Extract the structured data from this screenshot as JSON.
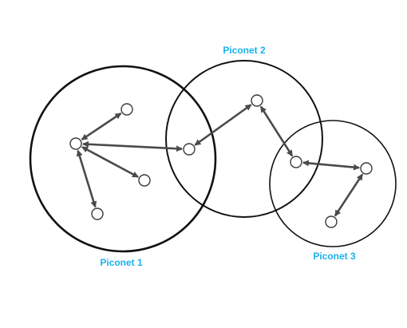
{
  "piconets": [
    {
      "id": "p1",
      "label": "Piconet 1"
    },
    {
      "id": "p2",
      "label": "Piconet 2"
    },
    {
      "id": "p3",
      "label": "Piconet 3"
    }
  ],
  "nodes": [
    {
      "id": "m1"
    },
    {
      "id": "s1a"
    },
    {
      "id": "s1b"
    },
    {
      "id": "s1c"
    },
    {
      "id": "bridge12"
    },
    {
      "id": "m2"
    },
    {
      "id": "bridge23"
    },
    {
      "id": "m3"
    },
    {
      "id": "s3a"
    }
  ],
  "links": [
    {
      "from": "m1",
      "to": "s1a"
    },
    {
      "from": "m1",
      "to": "bridge12"
    },
    {
      "from": "m1",
      "to": "s1b"
    },
    {
      "from": "m1",
      "to": "s1c"
    },
    {
      "from": "bridge12",
      "to": "m2"
    },
    {
      "from": "m2",
      "to": "bridge23"
    },
    {
      "from": "bridge23",
      "to": "m3"
    },
    {
      "from": "m3",
      "to": "s3a"
    }
  ],
  "colors": {
    "label": "#1ab2ea",
    "circle": "#111111",
    "link": "#4a4a4a",
    "node_stroke": "#3a3a3a"
  }
}
